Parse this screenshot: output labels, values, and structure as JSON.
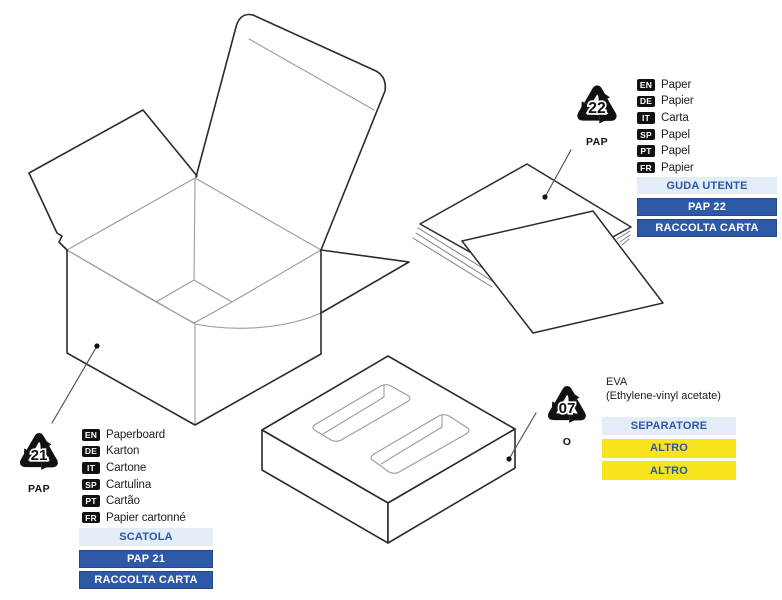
{
  "box_item": {
    "symbol": {
      "number": "21",
      "code": "PAP"
    },
    "languages": [
      {
        "code": "EN",
        "label": "Paperboard"
      },
      {
        "code": "DE",
        "label": "Karton"
      },
      {
        "code": "IT",
        "label": "Cartone"
      },
      {
        "code": "SP",
        "label": "Cartulina"
      },
      {
        "code": "PT",
        "label": "Cartão"
      },
      {
        "code": "FR",
        "label": "Papier cartonné"
      }
    ],
    "tags": [
      {
        "text": "SCATOLA"
      },
      {
        "text": "PAP 21"
      },
      {
        "text": "RACCOLTA CARTA"
      }
    ]
  },
  "papers_item": {
    "symbol": {
      "number": "22",
      "code": "PAP"
    },
    "languages": [
      {
        "code": "EN",
        "label": "Paper"
      },
      {
        "code": "DE",
        "label": "Papier"
      },
      {
        "code": "IT",
        "label": "Carta"
      },
      {
        "code": "SP",
        "label": "Papel"
      },
      {
        "code": "PT",
        "label": "Papel"
      },
      {
        "code": "FR",
        "label": "Papier"
      }
    ],
    "tags": [
      {
        "text": "GUDA UTENTE"
      },
      {
        "text": "PAP 22"
      },
      {
        "text": "RACCOLTA CARTA"
      }
    ]
  },
  "foam_item": {
    "symbol": {
      "number": "07",
      "code": "O"
    },
    "material": {
      "line1": "EVA",
      "line2": "(Ethylene-vinyl acetate)"
    },
    "tags": [
      {
        "text": "SEPARATORE"
      },
      {
        "text": "ALTRO"
      },
      {
        "text": "ALTRO"
      }
    ]
  },
  "colors": {
    "accent_blue": "#2e59a7",
    "light_blue_bg": "#e2edf8",
    "yellow": "#f8e41c",
    "ink": "#1c1c1c"
  }
}
